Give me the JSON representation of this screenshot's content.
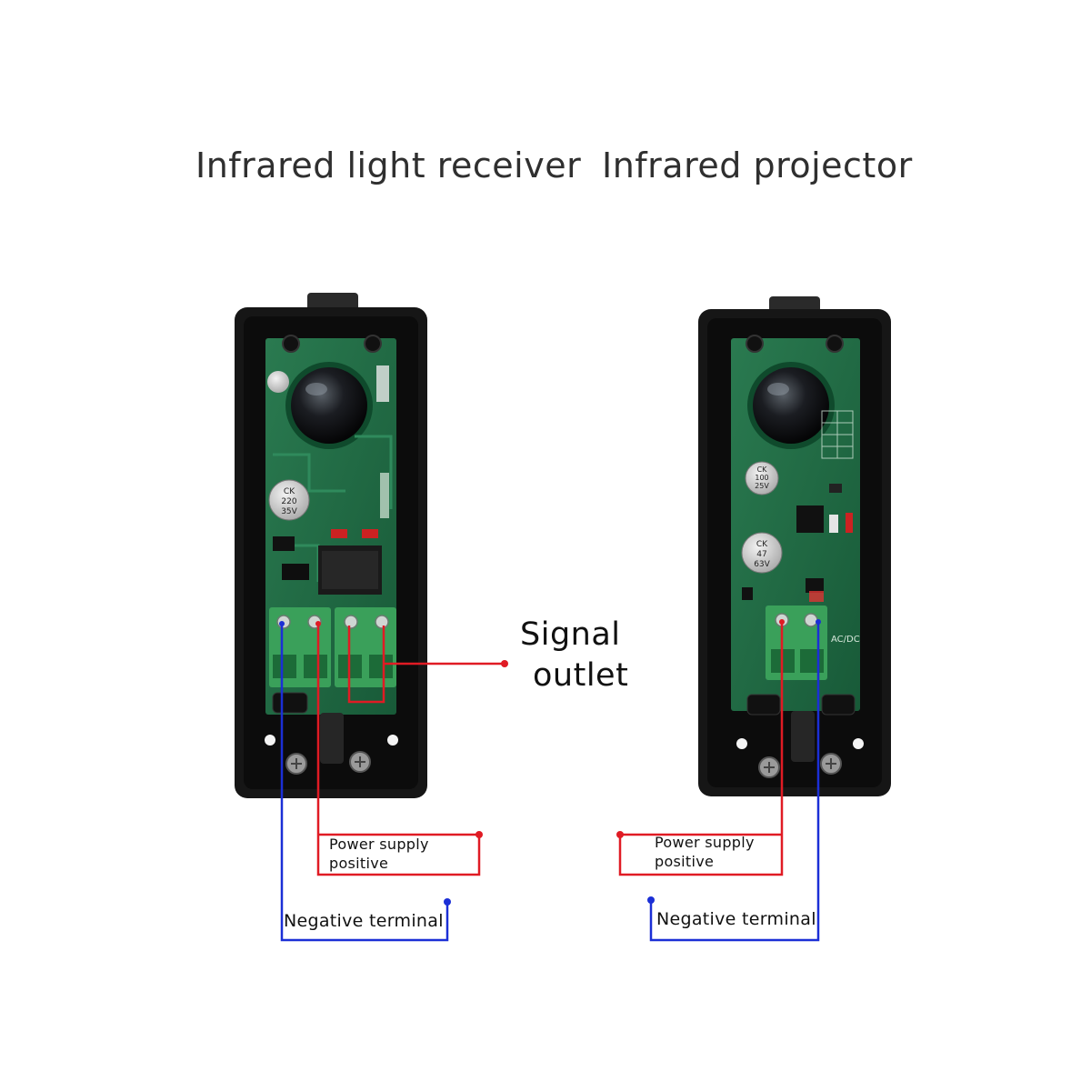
{
  "titles": {
    "left": "Infrared light receiver",
    "right": "Infrared projector"
  },
  "labels": {
    "signal_line1": "Signal",
    "signal_line2": "outlet",
    "left_power_line1": "Power supply",
    "left_power_line2": "positive",
    "left_negative": "Negative terminal",
    "right_power_line1": "Power supply",
    "right_power_line2": "positive",
    "right_negative": "Negative terminal"
  },
  "components": {
    "receiver_capacitor": [
      "CK",
      "220",
      "35V"
    ],
    "projector_capacitor_small": [
      "CK",
      "100",
      "25V"
    ],
    "projector_capacitor_large": [
      "CK",
      "47",
      "63V"
    ],
    "projector_terminal_mark": "AC/DC"
  },
  "colors": {
    "positive_wire": "#e01b24",
    "negative_wire": "#1b2fd6",
    "housing": "#161616",
    "pcb": "#1f6b45",
    "terminal_block": "#3aa05a"
  }
}
